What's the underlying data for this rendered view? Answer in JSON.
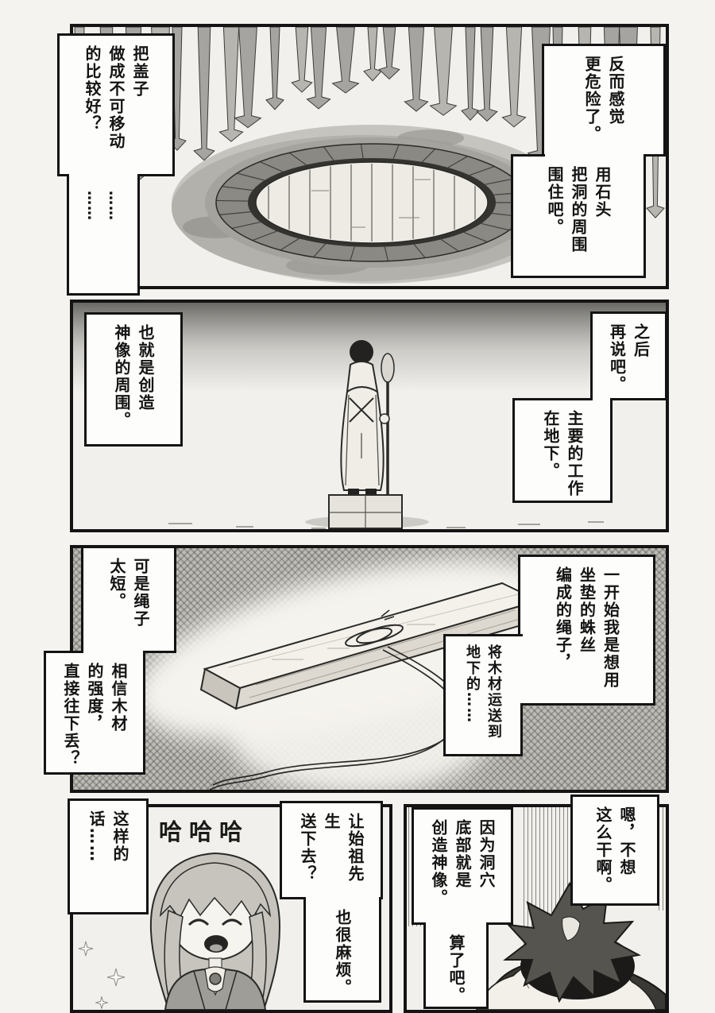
{
  "colors": {
    "ink": "#141414",
    "paper": "#f4f3f0",
    "panel_bg": "#f1f0ec",
    "bubble_bg": "#fdfdfb",
    "dark_tone": "#3a3935"
  },
  "panel1": {
    "bubble_lid_question": "把盖子\n做成不可移动\n的比较好？",
    "bubble_lid_question_dots": "……\n……",
    "bubble_more_dangerous": "反而感觉\n更危险了。",
    "bubble_surround_stones": "用石头\n把洞的周围\n围住吧。"
  },
  "panel2": {
    "bubble_statue_surround": "也就是创造\n神像的周围。",
    "bubble_later": "之后\n再说吧。",
    "bubble_main_work": "主要的工作\n在地下。"
  },
  "panel3": {
    "bubble_rope_idea": "一开始我是想用\n坐垫的蛛丝\n编成的绳子，",
    "bubble_transport": "将木材运送到\n地下的……",
    "bubble_rope_short": "可是绳子\n太短。",
    "bubble_throw": "相信木材\n的强度，\n直接往下丢？"
  },
  "panel4_left": {
    "laugh": "哈哈哈",
    "bubble_in_that_case": "这样的\n话……",
    "bubble_ask_ancestor": "让始祖先生\n送下去？",
    "bubble_troublesome": "也很麻烦。"
  },
  "panel4_right": {
    "bubble_dont_want": "嗯，不想\n这么干啊。",
    "bubble_cave_bottom": "因为洞穴\n底部就是\n创造神像。",
    "bubble_forget_it": "算了吧。"
  }
}
